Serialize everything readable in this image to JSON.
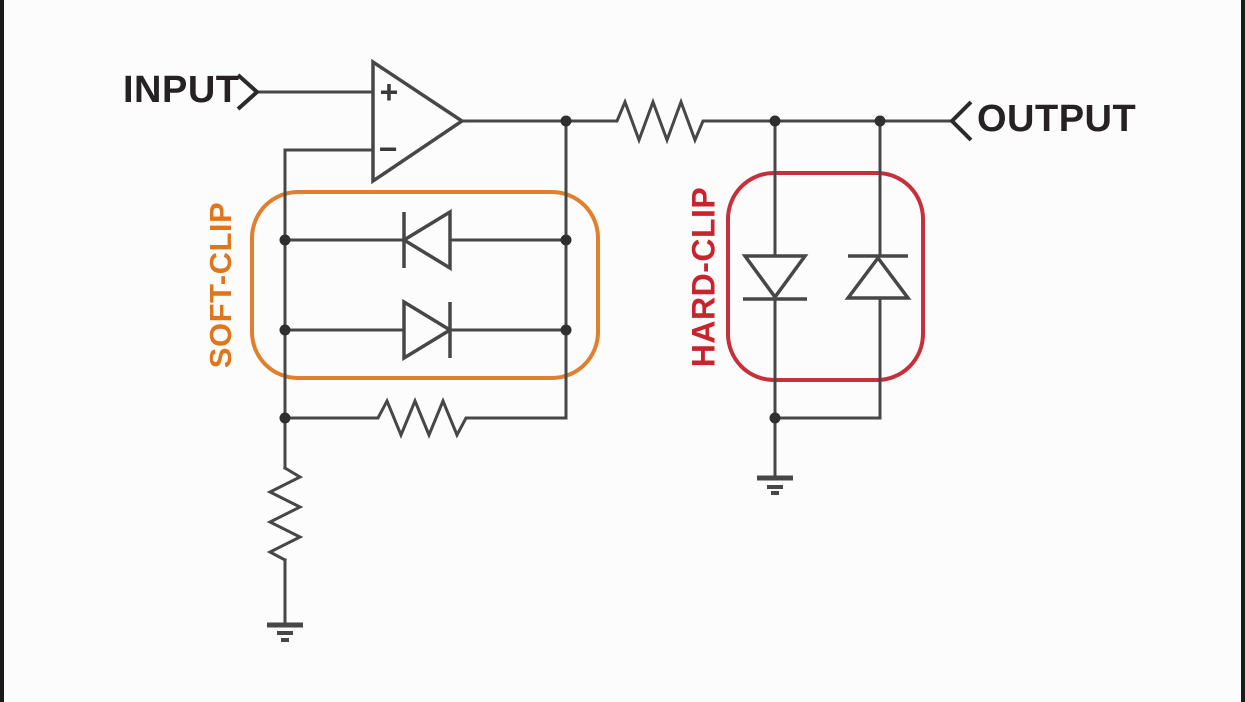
{
  "labels": {
    "input": "INPUT",
    "output": "OUTPUT",
    "soft_clip": "SOFT-CLIP",
    "hard_clip": "HARD-CLIP"
  },
  "op_amp": {
    "noninverting_input": "+",
    "inverting_input": "−"
  },
  "colors": {
    "wire": "#474747",
    "label_text": "#262223",
    "soft_clip_accent": "#e07f2d",
    "hard_clip_accent": "#c5303a",
    "background": "#fcfcfc",
    "edge_border": "#1a1a1a"
  },
  "schematic": {
    "type": "circuit-diagram",
    "soft_clip_stage": {
      "label": "SOFT-CLIP",
      "diodes": [
        "anti-parallel diode pointing left",
        "anti-parallel diode pointing right"
      ],
      "location": "op-amp feedback loop"
    },
    "hard_clip_stage": {
      "label": "HARD-CLIP",
      "diodes": [
        "diode pointing down to ground",
        "diode pointing up from ground"
      ],
      "location": "output shunt to ground"
    },
    "component_counts": {
      "op_amps": 1,
      "resistors": 3,
      "diodes": 4,
      "grounds": 2,
      "terminals": 2
    }
  }
}
